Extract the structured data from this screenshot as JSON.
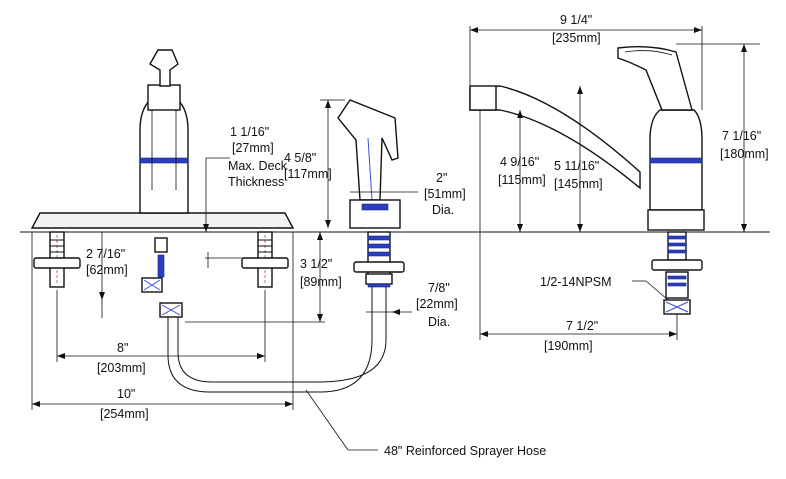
{
  "dimensions": {
    "deck_thickness": {
      "line1": "1 1/16\"",
      "line2": "[27mm]",
      "line3": "Max. Deck",
      "line4": "Thickness"
    },
    "sprayer_height": {
      "line1": "4 5/8\"",
      "line2": "[117mm]"
    },
    "sprayer_base_dia": {
      "line1": "2\"",
      "line2": "[51mm]",
      "line3": "Dia."
    },
    "shank_depth": {
      "line1": "2 7/16\"",
      "line2": "[62mm]"
    },
    "below_deck": {
      "line1": "3 1/2\"",
      "line2": "[89mm]"
    },
    "hole_dia": {
      "line1": "7/8\"",
      "line2": "[22mm]",
      "line3": "Dia."
    },
    "centers": {
      "line1": "8\"",
      "line2": "[203mm]"
    },
    "overall_width": {
      "line1": "10\"",
      "line2": "[254mm]"
    },
    "spout_reach": {
      "line1": "9 1/4\"",
      "line2": "[235mm]"
    },
    "overall_height": {
      "line1": "7 1/16\"",
      "line2": "[180mm]"
    },
    "spout_height_a": {
      "line1": "4 9/16\"",
      "line2": "[115mm]"
    },
    "spout_height_b": {
      "line1": "5 11/16\"",
      "line2": "[145mm]"
    },
    "base_to_spout": {
      "line1": "7 1/2\"",
      "line2": "[190mm]"
    },
    "thread": {
      "label": "1/2-14NPSM"
    },
    "hose": {
      "label": "48\" Reinforced Sprayer Hose"
    }
  }
}
